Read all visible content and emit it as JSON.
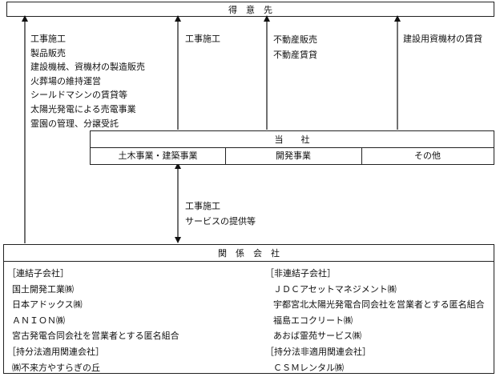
{
  "customers_label": "得　意　先",
  "company_label": "当　　社",
  "segments": [
    "土木事業・建築事業",
    "開発事業",
    "その他"
  ],
  "flows_to_customers": [
    [
      "工事施工",
      "製品販売",
      "建設機械、資機材の製造販売",
      "火葬場の維持運営",
      "シールドマシンの賃貸等",
      "太陽光発電による売電事業",
      "霊園の管理、分譲受託"
    ],
    [
      "工事施工"
    ],
    [
      "不動産販売",
      "不動産賃貸"
    ],
    [
      "建設用資機材の賃貸"
    ]
  ],
  "middle_flow": [
    "工事施工",
    "サービスの提供等"
  ],
  "affiliates_label": "関　係　会　社",
  "affiliates": {
    "left": {
      "consolidated_header": "［連結子会社］",
      "consolidated": [
        "国土開発工業㈱",
        "日本アドックス㈱",
        "ＡＮＩＯＮ㈱",
        "宮古発電合同会社を営業者とする匿名組合"
      ],
      "equity_header": "［持分法適用関連会社］",
      "equity": [
        "㈱不来方やすらぎの丘"
      ]
    },
    "right": {
      "nonconsolidated_header": "［非連結子会社］",
      "nonconsolidated": [
        "ＪＤＣアセットマネジメント㈱",
        "宇都宮北太陽光発電合同会社を営業者とする匿名組合",
        "福島エコクリート㈱",
        "あおば霊苑サービス㈱"
      ],
      "nonequity_header": "［持分法非適用関連会社］",
      "nonequity": [
        "ＣＳＭレンタル㈱"
      ]
    }
  }
}
